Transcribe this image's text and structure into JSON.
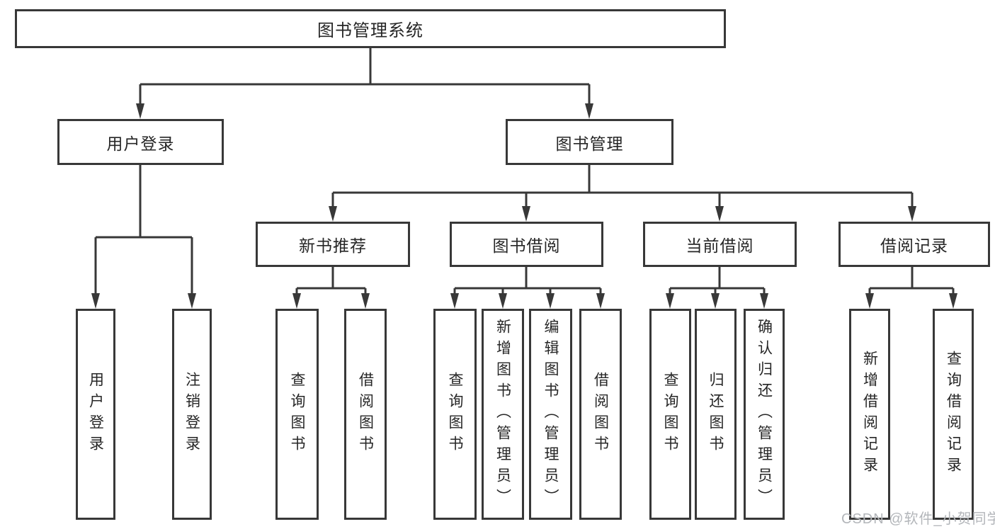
{
  "diagram": {
    "root": {
      "label": "图书管理系统"
    },
    "branches": [
      {
        "label": "用户登录",
        "children": [
          {
            "label": "用户登录"
          },
          {
            "label": "注销登录"
          }
        ]
      },
      {
        "label": "图书管理",
        "children": [
          {
            "label": "新书推荐",
            "children": [
              {
                "label": "查询图书"
              },
              {
                "label": "借阅图书"
              }
            ]
          },
          {
            "label": "图书借阅",
            "children": [
              {
                "label": "查询图书"
              },
              {
                "label": "新增图书（管理员）"
              },
              {
                "label": "编辑图书（管理员）"
              },
              {
                "label": "借阅图书"
              }
            ]
          },
          {
            "label": "当前借阅",
            "children": [
              {
                "label": "查询图书"
              },
              {
                "label": "归还图书"
              },
              {
                "label": "确认归还（管理员）"
              }
            ]
          },
          {
            "label": "借阅记录",
            "children": [
              {
                "label": "新增借阅记录"
              },
              {
                "label": "查询借阅记录"
              }
            ]
          }
        ]
      }
    ]
  },
  "watermark": {
    "text": "CSDN @软件_小贺同学"
  },
  "colors": {
    "line": "#383838",
    "text": "#262626",
    "background": "#ffffff",
    "watermark": "#b3b6ba"
  }
}
